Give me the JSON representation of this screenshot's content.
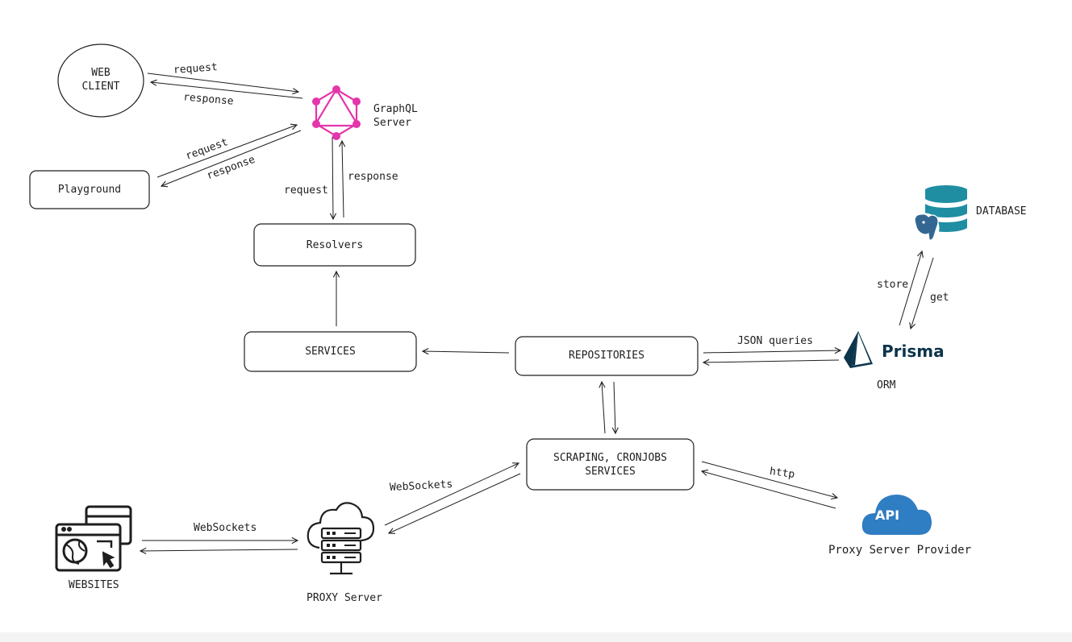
{
  "colors": {
    "ink": "#1e1e1e",
    "graphql": "#e535ab",
    "database": "#1f8ea3",
    "postgres": "#336791",
    "prisma": "#0c344b",
    "api_cloud": "#2f7dc2"
  },
  "nodes": {
    "web_client": "WEB\nCLIENT",
    "graphql_server": "GraphQL\nServer",
    "playground": "Playground",
    "resolvers": "Resolvers",
    "services": "SERVICES",
    "repositories": "REPOSITORIES",
    "scraping": "SCRAPING, CRONJOBS\nSERVICES",
    "database": "DATABASE",
    "prisma_wordmark": "Prisma",
    "orm": "ORM",
    "api_badge": "API",
    "proxy_provider": "Proxy Server Provider",
    "proxy_server": "PROXY Server",
    "websites": "WEBSITES"
  },
  "edges": {
    "client_request": "request",
    "client_response": "response",
    "playground_request": "request",
    "playground_response": "response",
    "resolver_request": "request",
    "resolver_response": "response",
    "json_queries": "JSON queries",
    "store": "store",
    "get": "get",
    "http": "http",
    "websockets_proxy": "WebSockets",
    "websockets_sites": "WebSockets"
  },
  "icons": {
    "graphql": "graphql-logo-icon",
    "database": "database-postgres-icon",
    "prisma": "prisma-logo-icon",
    "api": "api-cloud-icon",
    "proxy": "proxy-server-cloud-icon",
    "websites": "websites-browser-icon"
  }
}
